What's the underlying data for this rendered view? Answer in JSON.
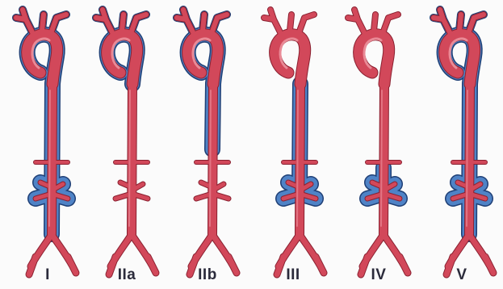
{
  "panels": [
    {
      "label": "I"
    },
    {
      "label": "IIa"
    },
    {
      "label": "IIb"
    },
    {
      "label": "III"
    },
    {
      "label": "IV"
    },
    {
      "label": "V"
    }
  ],
  "colors": {
    "vessel": "#d2485a",
    "vessel_outline": "#8a2030",
    "dissection": "#4f83c6",
    "dissection_outline": "#1f3f75"
  }
}
